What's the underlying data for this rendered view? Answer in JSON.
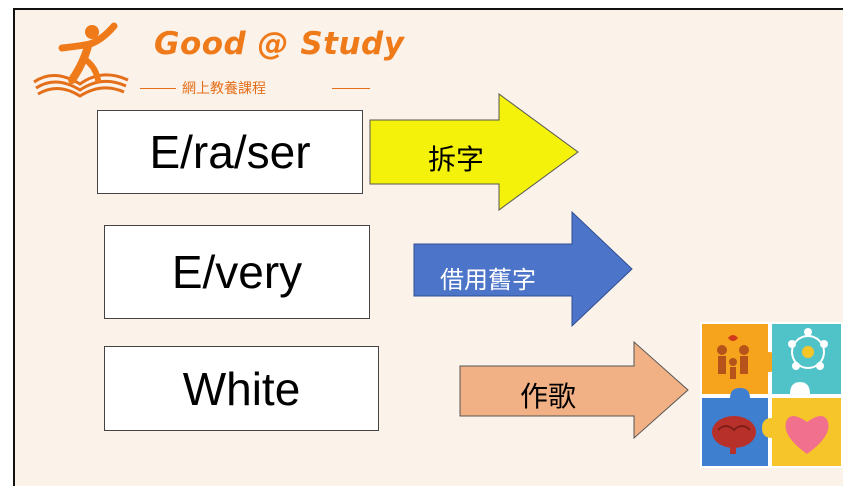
{
  "logo": {
    "title": "Good @ Study",
    "subtitle": "網上教養課程"
  },
  "rows": [
    {
      "word": "E/ra/ser",
      "arrow_label": "拆字",
      "arrow_color": "#f4f20a"
    },
    {
      "word": "E/very",
      "arrow_label": "借用舊字",
      "arrow_color": "#4c74c8"
    },
    {
      "word": "White",
      "arrow_label": "作歌",
      "arrow_color": "#f2b185"
    }
  ],
  "colors": {
    "brand_orange": "#ef7a1a",
    "background": "#fbf2ea"
  },
  "icons": [
    "runner-book-logo-icon",
    "puzzle-family-icon"
  ]
}
